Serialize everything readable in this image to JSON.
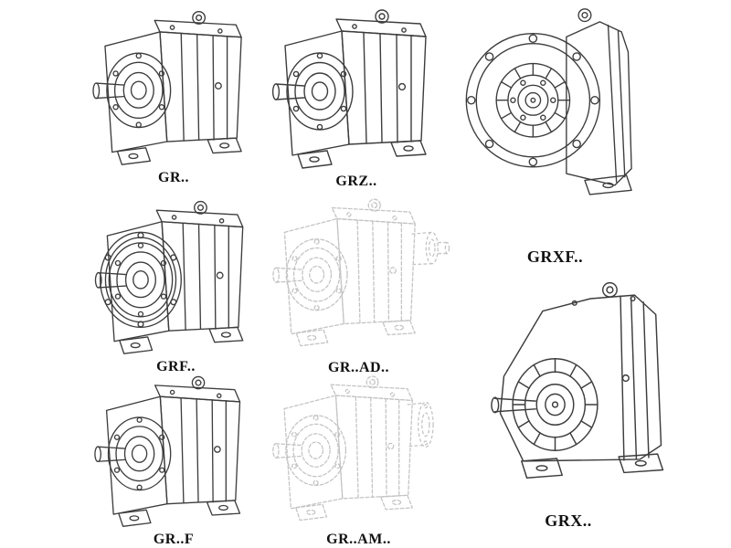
{
  "colors": {
    "ink": "#3d3d3d",
    "ghost-ink": "#c4c4c4",
    "label": "#111111",
    "background": "#ffffff"
  },
  "products": [
    {
      "label": "GR..",
      "drawing": "helical-gearbox-foot-mounted-icon",
      "line_style": "solid"
    },
    {
      "label": "GRZ..",
      "drawing": "helical-gearbox-foot-mounted-icon",
      "line_style": "solid"
    },
    {
      "label": "GRXF..",
      "drawing": "helical-gearbox-flange-front-view-icon",
      "line_style": "solid"
    },
    {
      "label": "GRF..",
      "drawing": "helical-gearbox-flange-mounted-icon",
      "line_style": "solid"
    },
    {
      "label": "GR..AD..",
      "drawing": "helical-gearbox-input-adapter-icon",
      "line_style": "ghost-dashed"
    },
    {
      "label": "GR..F",
      "drawing": "helical-gearbox-foot-mounted-icon",
      "line_style": "solid"
    },
    {
      "label": "GR..AM..",
      "drawing": "helical-gearbox-motor-adapter-icon",
      "line_style": "ghost-dashed"
    },
    {
      "label": "GRX..",
      "drawing": "helical-gearbox-large-foot-mounted-icon",
      "line_style": "solid"
    }
  ]
}
